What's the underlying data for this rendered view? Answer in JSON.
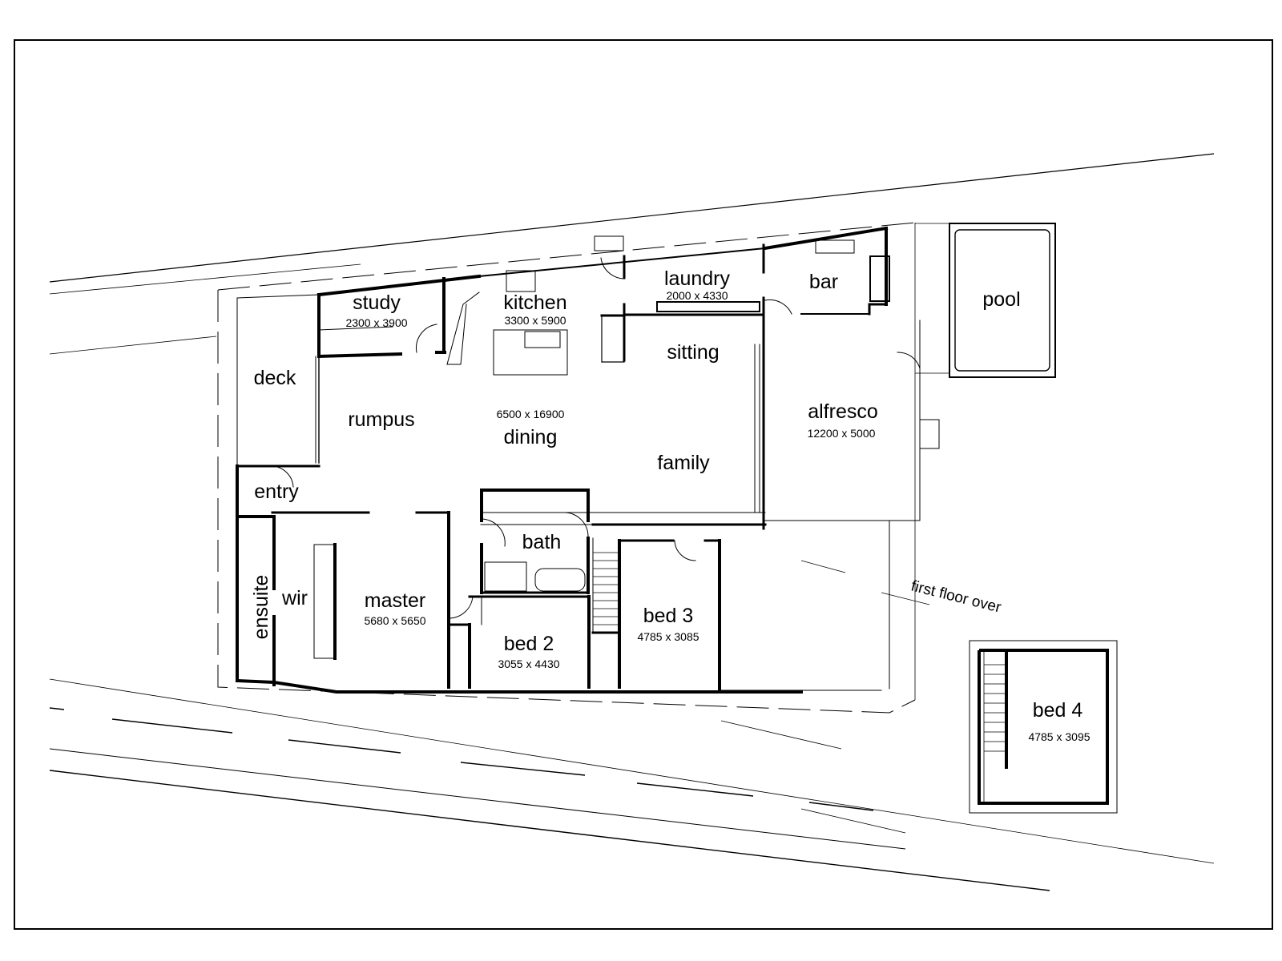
{
  "rooms": {
    "study": {
      "name": "study",
      "dim": "2300 x 3900"
    },
    "kitchen": {
      "name": "kitchen",
      "dim": "3300 x 5900"
    },
    "laundry": {
      "name": "laundry",
      "dim": "2000 x 4330"
    },
    "bar": {
      "name": "bar"
    },
    "pool": {
      "name": "pool"
    },
    "deck": {
      "name": "deck"
    },
    "sitting": {
      "name": "sitting"
    },
    "rumpus": {
      "name": "rumpus"
    },
    "dining": {
      "name": "dining",
      "dim": "6500 x 16900"
    },
    "family": {
      "name": "family"
    },
    "alfresco": {
      "name": "alfresco",
      "dim": "12200 x 5000"
    },
    "entry": {
      "name": "entry"
    },
    "bath": {
      "name": "bath"
    },
    "ensuite": {
      "name": "ensuite"
    },
    "wir": {
      "name": "wir"
    },
    "master": {
      "name": "master",
      "dim": "5680 x 5650"
    },
    "bed2": {
      "name": "bed 2",
      "dim": "3055 x 4430"
    },
    "bed3": {
      "name": "bed 3",
      "dim": "4785 x 3085"
    },
    "bed4": {
      "name": "bed 4",
      "dim": "4785 x 3095"
    }
  },
  "annotations": {
    "first_floor": "first floor over"
  }
}
